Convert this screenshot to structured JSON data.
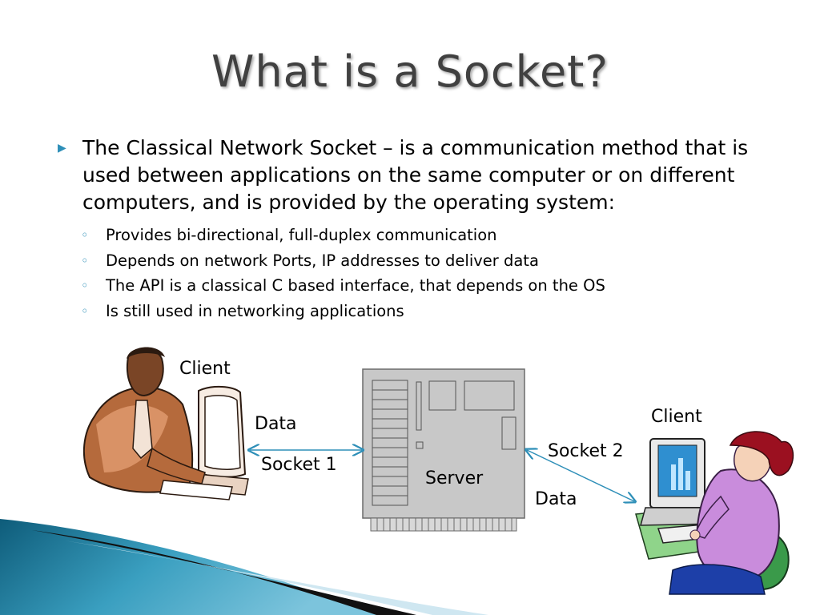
{
  "slide": {
    "title": "What is a Socket?",
    "bullet": "The Classical Network Socket – is a communication method that is used between applications on the same computer or on different computers, and is provided by the operating system:",
    "sub_bullets": [
      "Provides bi-directional, full-duplex communication",
      "Depends on network Ports, IP addresses to deliver data",
      "The API is a classical C based interface, that depends on the OS",
      "Is still used in networking applications"
    ]
  },
  "diagram": {
    "client_left": "Client",
    "data_left": "Data",
    "socket_1": "Socket 1",
    "server": "Server",
    "socket_2": "Socket 2",
    "data_right": "Data",
    "client_right": "Client"
  },
  "colors": {
    "accent": "#2e8fb8",
    "title": "#404040",
    "server_fill": "#c8c8c8"
  }
}
